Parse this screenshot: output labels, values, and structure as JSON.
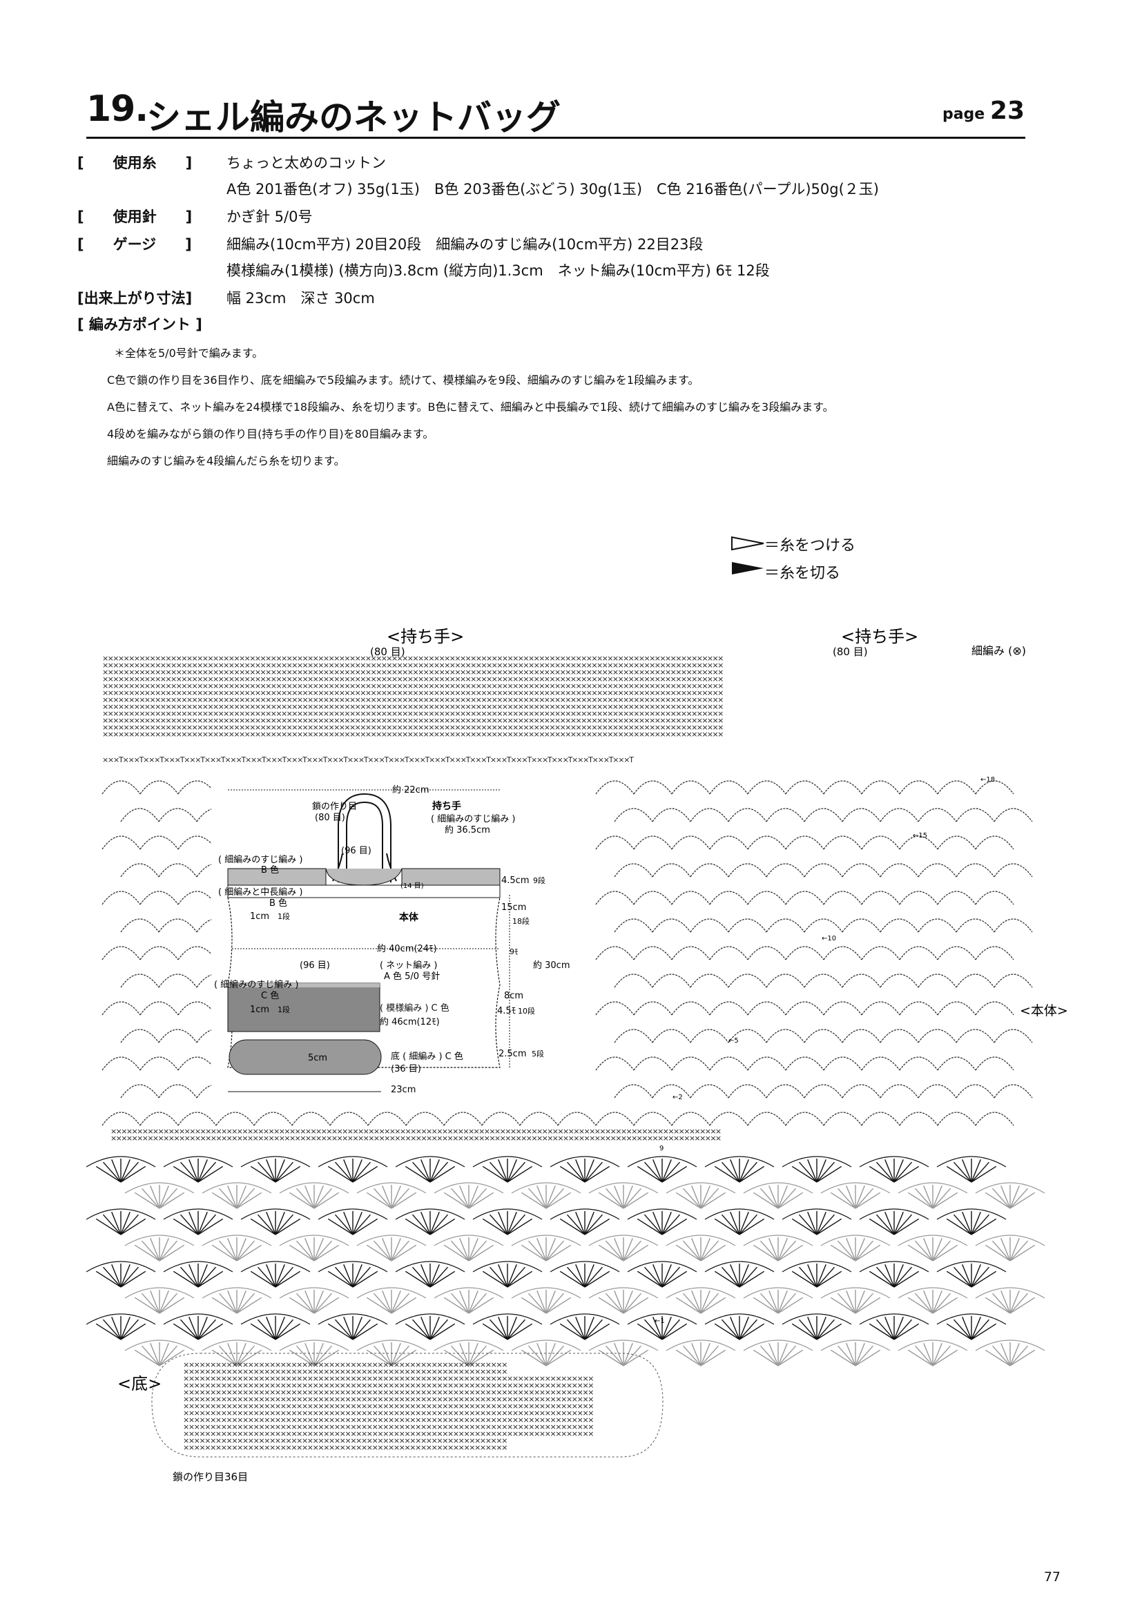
{
  "header": {
    "number": "19.",
    "title": "シェル編みのネットバッグ",
    "page_label": "page",
    "page_num": "23"
  },
  "specs": {
    "yarn_label": "[　　使用糸　　]",
    "yarn_line1": "ちょっと太めのコットン",
    "yarn_line2": "A色 201番色(オフ) 35g(1玉)　B色 203番色(ぶどう) 30g(1玉)　C色 216番色(パープル)50g(２玉)",
    "needle_label": "[　　使用針　　]",
    "needle_value": "かぎ針 5/0号",
    "gauge_label": "[　　ゲージ　　]",
    "gauge_line1": "細編み(10cm平方) 20目20段　細編みのすじ編み(10cm平方) 22目23段",
    "gauge_line2": "模様編み(1模様) (横方向)3.8cm (縦方向)1.3cm　ネット編み(10cm平方) 6ﾓ 12段",
    "size_label": "[出来上がり寸法]",
    "size_value": "幅 23cm　深さ 30cm",
    "points_label": "[ 編み方ポイント ]"
  },
  "steps": [
    "＊全体を5/0号針で編みます。",
    "C色で鎖の作り目を36目作り、底を細編みで5段編みます。続けて、模様編みを9段、細編みのすじ編みを1段編みます。",
    "A色に替えて、ネット編みを24模様で18段編み、糸を切ります。B色に替えて、細編みと中長編みで1段、続けて細編みのすじ編みを3段編みます。",
    "4段めを編みながら鎖の作り目(持ち手の作り目)を80目編みます。",
    "細編みのすじ編みを4段編んだら糸を切ります。"
  ],
  "legend": {
    "attach": "＝糸をつける",
    "cut": "＝糸を切る"
  },
  "chart": {
    "handle_label_left": "<持ち手>",
    "handle_label_right": "<持ち手>",
    "handle_count_left": "(80 目)",
    "handle_count_right": "(80 目)",
    "sc_note": "細編み (⊗)",
    "body_label": "<本体>",
    "bottom_label": "<底>",
    "chain_note": "鎖の作り目36目",
    "row_18": "←18",
    "row_15": "←15",
    "row_10": "←10",
    "row_5": "←5",
    "row_2": "←2",
    "row_1": "←1",
    "row_9": "9"
  },
  "schematic": {
    "top_width": "約 22cm",
    "chain_label": "鎖の作り目",
    "chain_count": "(80 目)",
    "handle_title": "持ち手",
    "handle_stitch": "( 細編みのすじ編み )",
    "handle_len": "約 36.5cm",
    "count_96_top": "(96 目)",
    "count_14": "(14 目)",
    "band1_label": "( 細編みのすじ編み )",
    "band1_color": "B 色",
    "band2_label": "( 細編みと中長編み )",
    "band2_color": "B 色",
    "band2_h": "1cm",
    "band2_rows": "1段",
    "body_title": "本体",
    "body_width": "約 40cm(24ﾓ)",
    "count_96_mid": "(96 目)",
    "net_label": "( ネット編み )",
    "net_color": "A 色  5/0 号針",
    "band3_label": "( 細編みのすじ編み )",
    "band3_color": "C 色",
    "band3_h": "1cm",
    "band3_rows": "1段",
    "pattern_label": "( 模様編み ) C 色",
    "pattern_width": "約 46cm(12ﾓ)",
    "bottom_label": "底 ( 細編み ) C 色",
    "bottom_count": "(36 目)",
    "bottom_h": "5cm",
    "bottom_w": "23cm",
    "d1_h": "4.5cm",
    "d1_r": "9段",
    "d2_h": "15cm",
    "d2_r": "18段",
    "d2_m": "9ﾓ",
    "total": "約 30cm",
    "d3_h": "8cm",
    "d4_h": "4.5ﾓ",
    "d4_r": "10段",
    "d5_h": "2.5cm",
    "d5_r": "5段"
  },
  "footer": {
    "page_number": "77"
  }
}
